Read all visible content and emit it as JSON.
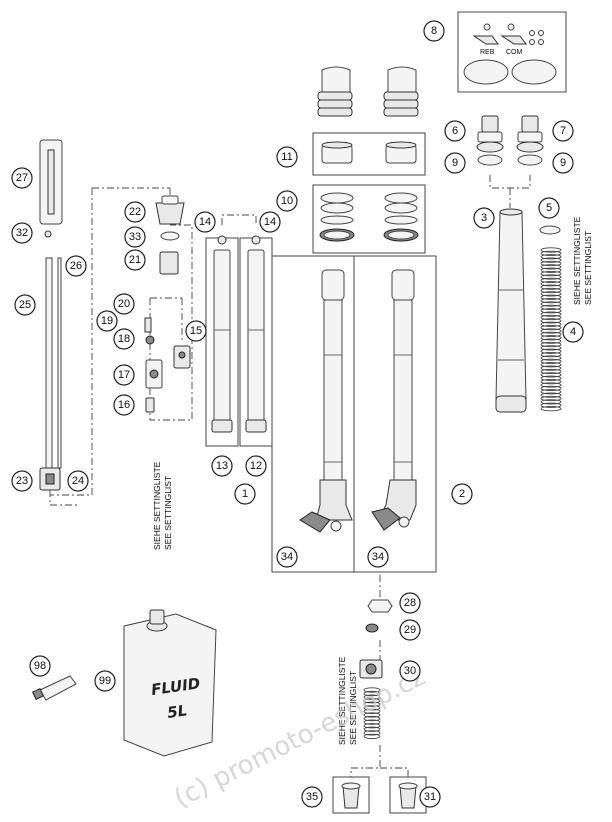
{
  "callouts": [
    {
      "id": "c1",
      "label": "1"
    },
    {
      "id": "c2",
      "label": "2"
    },
    {
      "id": "c3",
      "label": "3"
    },
    {
      "id": "c4",
      "label": "4"
    },
    {
      "id": "c5",
      "label": "5"
    },
    {
      "id": "c6",
      "label": "6"
    },
    {
      "id": "c7",
      "label": "7"
    },
    {
      "id": "c8",
      "label": "8"
    },
    {
      "id": "c9a",
      "label": "9"
    },
    {
      "id": "c9b",
      "label": "9"
    },
    {
      "id": "c10",
      "label": "10"
    },
    {
      "id": "c11",
      "label": "11"
    },
    {
      "id": "c12",
      "label": "12"
    },
    {
      "id": "c13",
      "label": "13"
    },
    {
      "id": "c14a",
      "label": "14"
    },
    {
      "id": "c14b",
      "label": "14"
    },
    {
      "id": "c15",
      "label": "15"
    },
    {
      "id": "c16",
      "label": "16"
    },
    {
      "id": "c17",
      "label": "17"
    },
    {
      "id": "c18",
      "label": "18"
    },
    {
      "id": "c19",
      "label": "19"
    },
    {
      "id": "c20",
      "label": "20"
    },
    {
      "id": "c21",
      "label": "21"
    },
    {
      "id": "c22",
      "label": "22"
    },
    {
      "id": "c23",
      "label": "23"
    },
    {
      "id": "c24",
      "label": "24"
    },
    {
      "id": "c25",
      "label": "25"
    },
    {
      "id": "c26",
      "label": "26"
    },
    {
      "id": "c27",
      "label": "27"
    },
    {
      "id": "c28",
      "label": "28"
    },
    {
      "id": "c29",
      "label": "29"
    },
    {
      "id": "c30",
      "label": "30"
    },
    {
      "id": "c31",
      "label": "31"
    },
    {
      "id": "c32",
      "label": "32"
    },
    {
      "id": "c33",
      "label": "33"
    },
    {
      "id": "c34a",
      "label": "34"
    },
    {
      "id": "c34b",
      "label": "34"
    },
    {
      "id": "c35",
      "label": "35"
    },
    {
      "id": "c98",
      "label": "98"
    },
    {
      "id": "c99",
      "label": "99"
    }
  ],
  "notes": {
    "settinglist_de": "SIEHE SETTINGLISTE",
    "settinglist_en": "SEE SETTINGLIST"
  },
  "part_labels": {
    "reb": "REB",
    "com": "COM",
    "fluid_line1": "FLUID",
    "fluid_line2": "5L"
  },
  "watermark": "(c) promoto-eshop.cz"
}
